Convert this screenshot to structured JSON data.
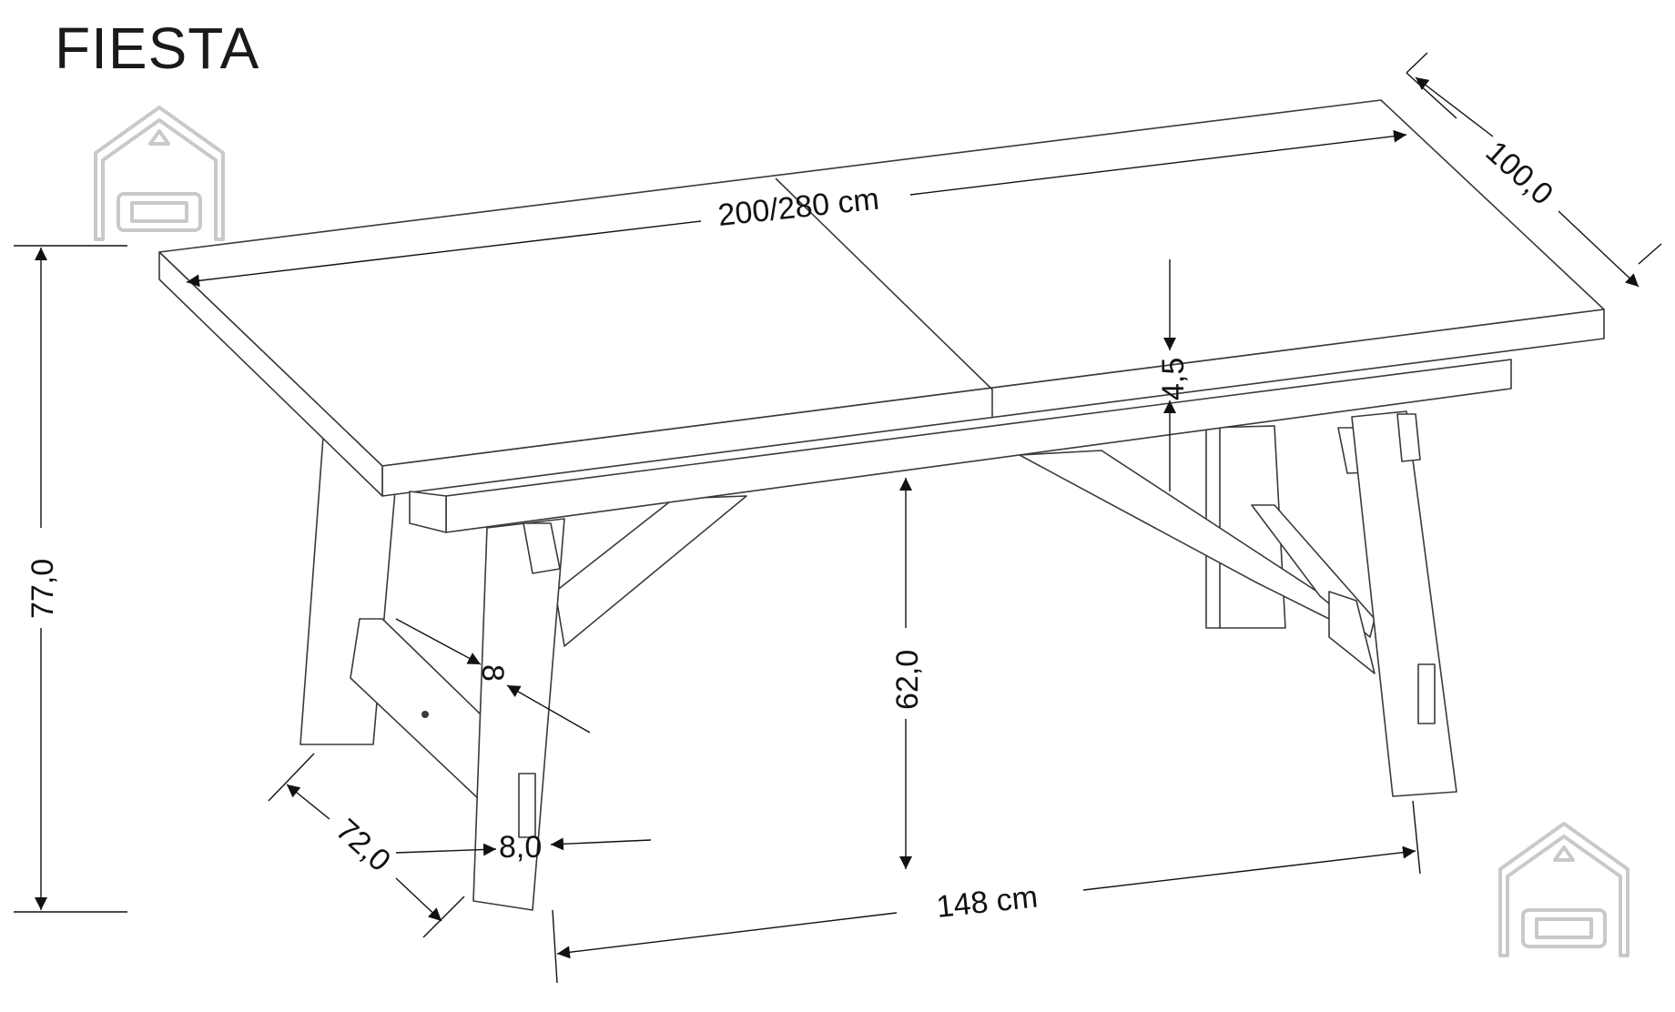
{
  "title": "FIESTA",
  "dimensions": {
    "length": "200/280 cm",
    "depth": "100,0",
    "top_thickness": "4,5",
    "total_height": "77,0",
    "under_frame_height": "62,0",
    "leg_width": "8",
    "leg_depth": "8,0",
    "leg_spread": "72,0",
    "leg_distance": "148 cm"
  },
  "colors": {
    "line": "#3a3a3a",
    "dimension": "#111111",
    "watermark": "#c9c9c9"
  },
  "icons": [
    "home-sofa-watermark-icon"
  ]
}
